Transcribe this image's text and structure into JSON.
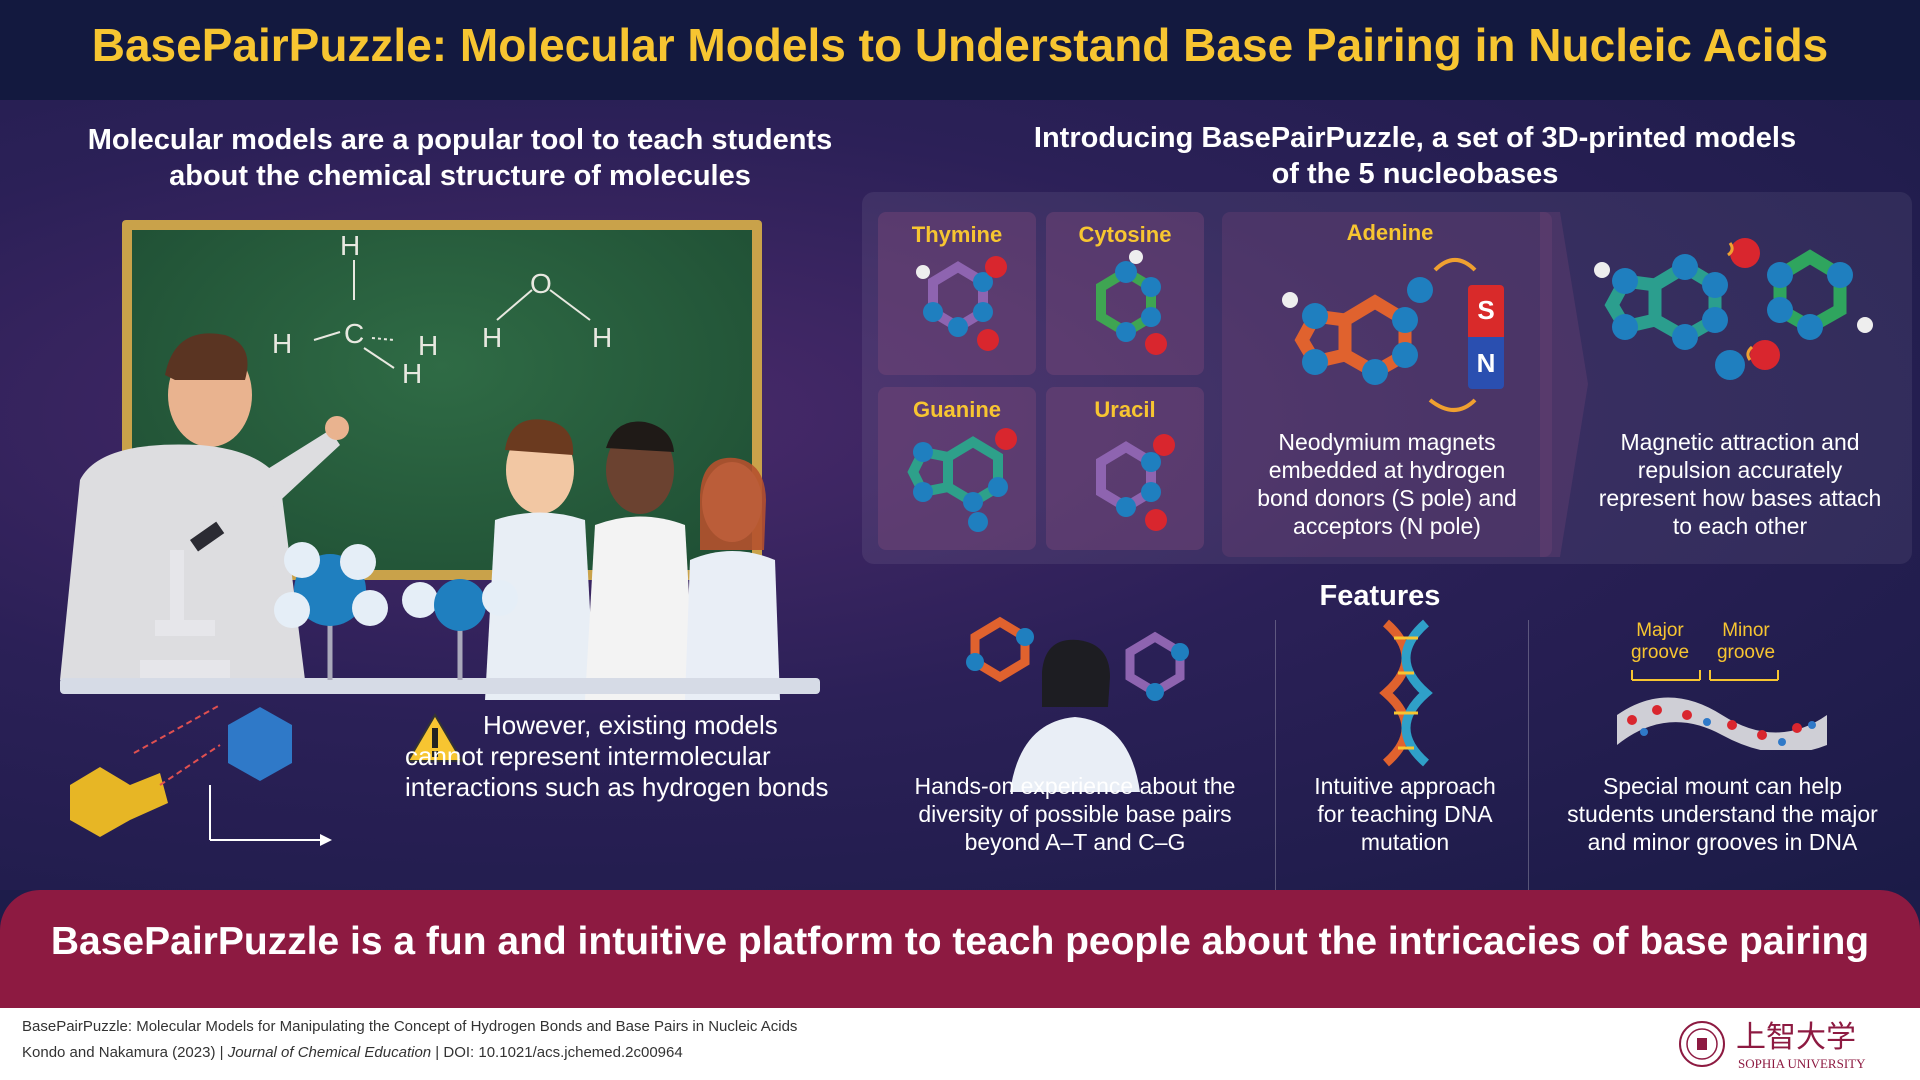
{
  "title": "BasePairPuzzle: Molecular Models to Understand Base Pairing in Nucleic Acids",
  "left": {
    "heading_line1": "Molecular models are a popular tool to teach students",
    "heading_line2": "about the chemical structure of molecules",
    "chalk": {
      "h": "H",
      "c": "C",
      "o": "O"
    },
    "warning_line1": "However, existing models",
    "warning_line2": "cannot represent intermolecular",
    "warning_line3": "interactions such as hydrogen bonds"
  },
  "right": {
    "heading_line1": "Introducing BasePairPuzzle, a set of 3D-printed models",
    "heading_line2": "of the 5 nucleobases",
    "bases": [
      "Thymine",
      "Cytosine",
      "Guanine",
      "Uracil"
    ],
    "adenine": "Adenine",
    "magnet": {
      "s": "S",
      "n": "N"
    },
    "magnet_desc": [
      "Neodymium magnets",
      "embedded at hydrogen",
      "bond donors (S pole) and",
      "acceptors (N pole)"
    ],
    "attraction_desc": [
      "Magnetic attraction and",
      "repulsion accurately",
      "represent how bases attach",
      "to each other"
    ],
    "features_heading": "Features",
    "features": [
      {
        "lines": [
          "Hands-on experience about the",
          "diversity of possible base pairs",
          "beyond A–T and C–G"
        ]
      },
      {
        "lines": [
          "Intuitive approach",
          "for teaching DNA",
          "mutation"
        ]
      },
      {
        "lines": [
          "Special mount can help",
          "students understand the major",
          "and minor grooves in DNA"
        ]
      }
    ],
    "groove": {
      "major1": "Major",
      "major2": "groove",
      "minor1": "Minor",
      "minor2": "groove"
    }
  },
  "conclusion": "BasePairPuzzle is a fun and intuitive platform to teach people about the intricacies of base pairing",
  "footer": {
    "line1": "BasePairPuzzle: Molecular Models for Manipulating the Concept of Hydrogen Bonds and Base Pairs in Nucleic Acids",
    "authors": "Kondo and Nakamura (2023) | ",
    "journal": "Journal of Chemical Education",
    "doi": " | DOI: 10.1021/acs.jchemed.2c00964",
    "logo_jp": "上智大学",
    "logo_en": "SOPHIA UNIVERSITY"
  },
  "colors": {
    "title": "#f7c531",
    "banner": "#8d1a41",
    "header_bg": "#13193f"
  }
}
